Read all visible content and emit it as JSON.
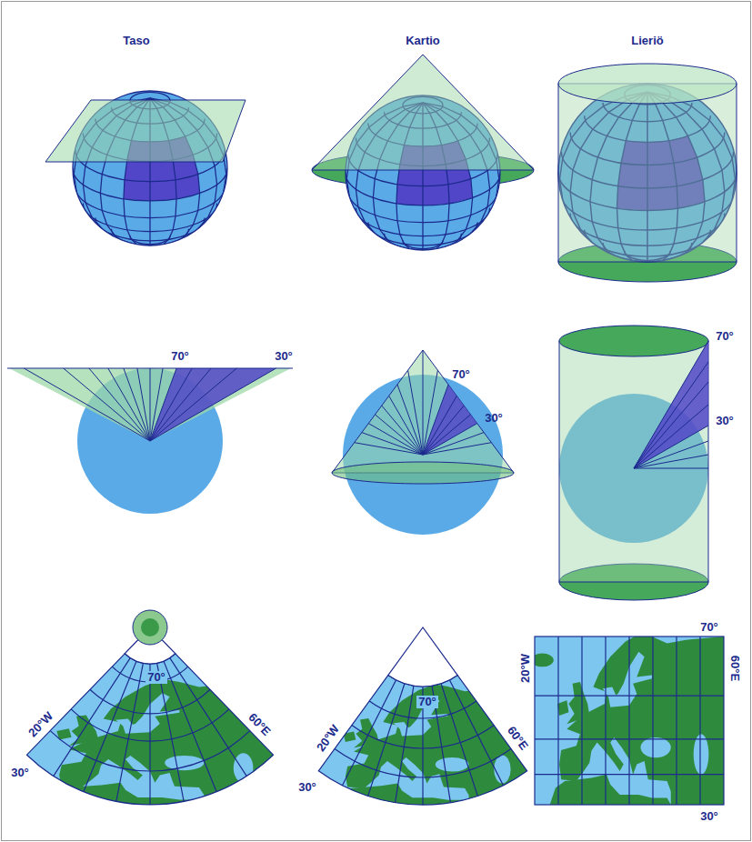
{
  "diagram": {
    "labels": [
      "Taso",
      "Kartio",
      "Lieriö",
      "70°",
      "30°",
      "70°",
      "30°",
      "70°",
      "30°",
      "70°",
      "20°W",
      "60°E",
      "30°",
      "70°",
      "20°W",
      "60°E",
      "30°",
      "20°W",
      "70°",
      "60°E",
      "30°"
    ]
  }
}
